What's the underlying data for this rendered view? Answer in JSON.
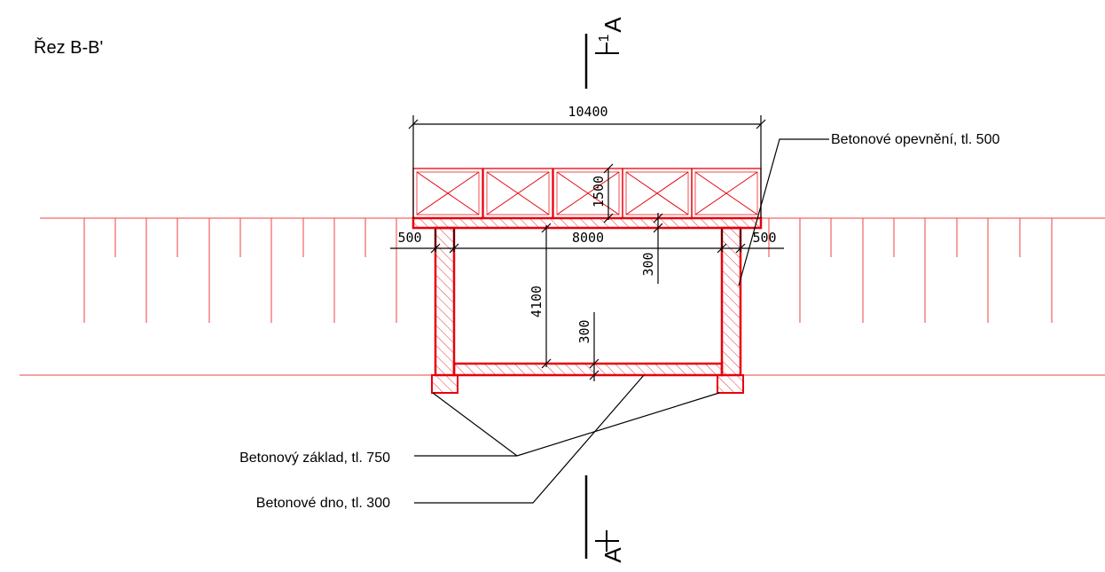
{
  "title": "Řez B-B'",
  "section_marker": {
    "letter": "A",
    "index": "1"
  },
  "dimensions": {
    "total_width": "10400",
    "height_top": "1500",
    "left_wall": "500",
    "inner_width": "8000",
    "right_wall": "500",
    "top_slab": "300",
    "inner_height": "4100",
    "bottom_slab": "300"
  },
  "labels": {
    "revetment": "Betonové opevnění, tl. 500",
    "foundation": "Betonový základ, tl. 750",
    "bottom": "Betonové dno, tl. 300"
  },
  "colors": {
    "structure": "#e8000b",
    "annotation": "#000000"
  }
}
